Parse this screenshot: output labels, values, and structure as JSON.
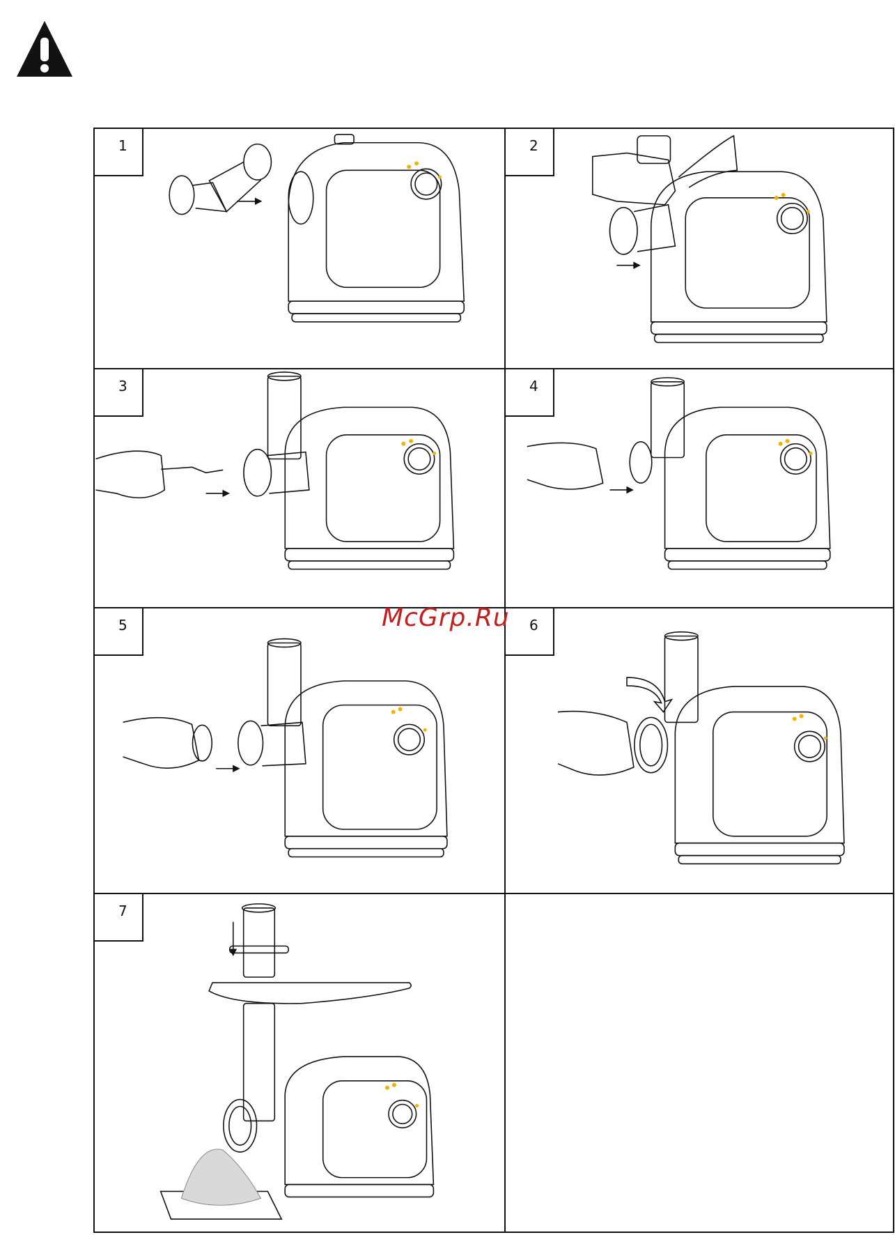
{
  "warning": {
    "icon": "warning-triangle-icon",
    "color": "#111111"
  },
  "steps": [
    {
      "number": "1"
    },
    {
      "number": "2"
    },
    {
      "number": "3"
    },
    {
      "number": "4"
    },
    {
      "number": "5"
    },
    {
      "number": "6"
    },
    {
      "number": "7"
    },
    {
      "number": ""
    }
  ],
  "watermark": {
    "text": "McGrp.Ru",
    "color": "#c41e1e"
  },
  "colors": {
    "knob_indicator": "#f0b400",
    "line": "#111111"
  }
}
